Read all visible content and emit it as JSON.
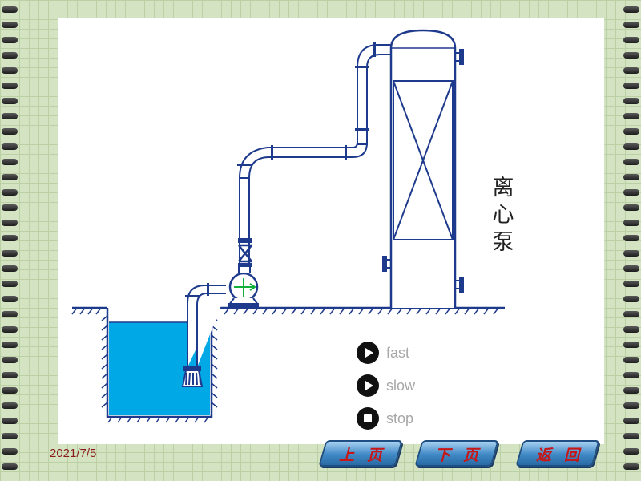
{
  "diagram": {
    "title_chars": [
      "离",
      "心",
      "泵"
    ]
  },
  "controls": {
    "fast": "fast",
    "slow": "slow",
    "stop": "stop"
  },
  "footer": {
    "date": "2021/7/5"
  },
  "nav": {
    "prev": "上页",
    "next": "下页",
    "back": "返回"
  },
  "colors": {
    "pipe": "#1e3a8c",
    "water": "#00a8e6",
    "impeller": "#10b03a",
    "date_text": "#8a1a1a",
    "nav_text": "#c81515"
  },
  "icons": {
    "fast": "play-icon",
    "slow": "play-icon",
    "stop": "stop-icon"
  }
}
